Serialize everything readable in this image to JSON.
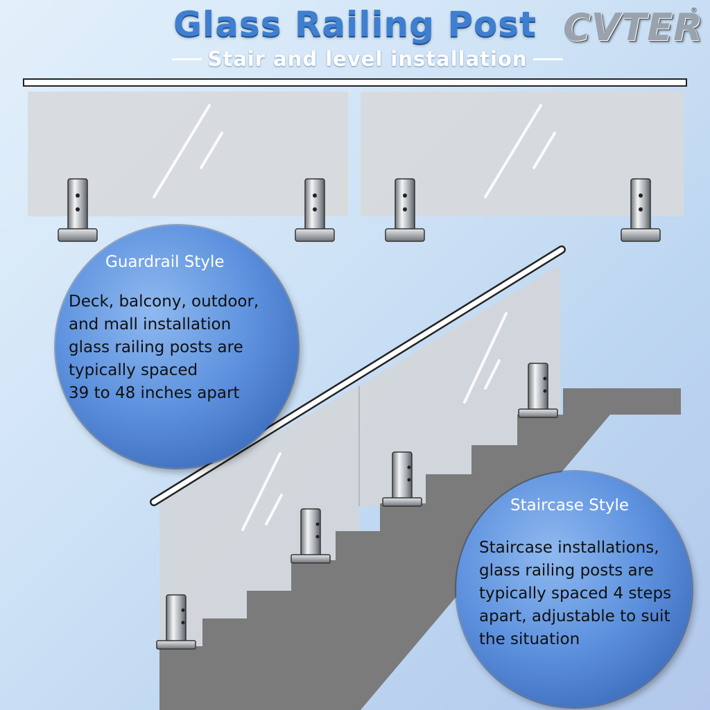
{
  "header": {
    "title": "Glass Railing Post",
    "subtitle": "Stair and level installation"
  },
  "brand": {
    "name": "CVTER",
    "registered_mark": "®"
  },
  "guardrail_card": {
    "title": "Guardrail Style",
    "body": "Deck, balcony, outdoor,\nand mall installation\nglass railing posts are\ntypically spaced\n39 to 48 inches apart"
  },
  "staircase_card": {
    "title": "Staircase Style",
    "body": "Staircase installations,\nglass railing posts are\ntypically spaced 4 steps\napart, adjustable to suit\nthe situation"
  },
  "colors": {
    "title_blue": "#3f7fd1",
    "bubble_blue": "#5f93df",
    "stair_gray": "#7a7a7a",
    "glass": "#d6d9dd"
  }
}
